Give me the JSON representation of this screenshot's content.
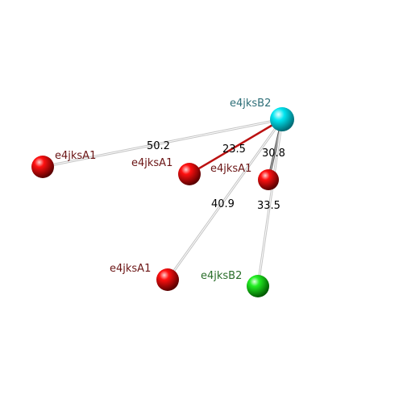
{
  "nodes": [
    {
      "id": "hub",
      "label": "e4jksB2",
      "color": "#00e5f0",
      "label_color": "#2e6f78"
    },
    {
      "id": "n_left",
      "label": "e4jksA1",
      "color": "#ff0000",
      "label_color": "#6b1515"
    },
    {
      "id": "n_mid",
      "label": "e4jksA1",
      "color": "#ff0000",
      "label_color": "#6b1515"
    },
    {
      "id": "n_right",
      "label": "e4jksA1",
      "color": "#ff0000",
      "label_color": "#6b1515"
    },
    {
      "id": "n_bottom",
      "label": "e4jksA1",
      "color": "#ff0000",
      "label_color": "#6b1515"
    },
    {
      "id": "n_green",
      "label": "e4jksB2",
      "color": "#22dd22",
      "label_color": "#2a6e2a"
    }
  ],
  "edges": [
    {
      "from": "hub",
      "to": "n_left",
      "label": "50.2",
      "color": "#c8c8c8"
    },
    {
      "from": "hub",
      "to": "n_mid",
      "label": "23.5",
      "color": "#bb1111"
    },
    {
      "from": "hub",
      "to": "n_right",
      "label": "30.8",
      "color": "#555555"
    },
    {
      "from": "hub",
      "to": "n_bottom",
      "label": "40.9",
      "color": "#c8c8c8"
    },
    {
      "from": "hub",
      "to": "n_green",
      "label": "33.5",
      "color": "#c8c8c8"
    }
  ]
}
